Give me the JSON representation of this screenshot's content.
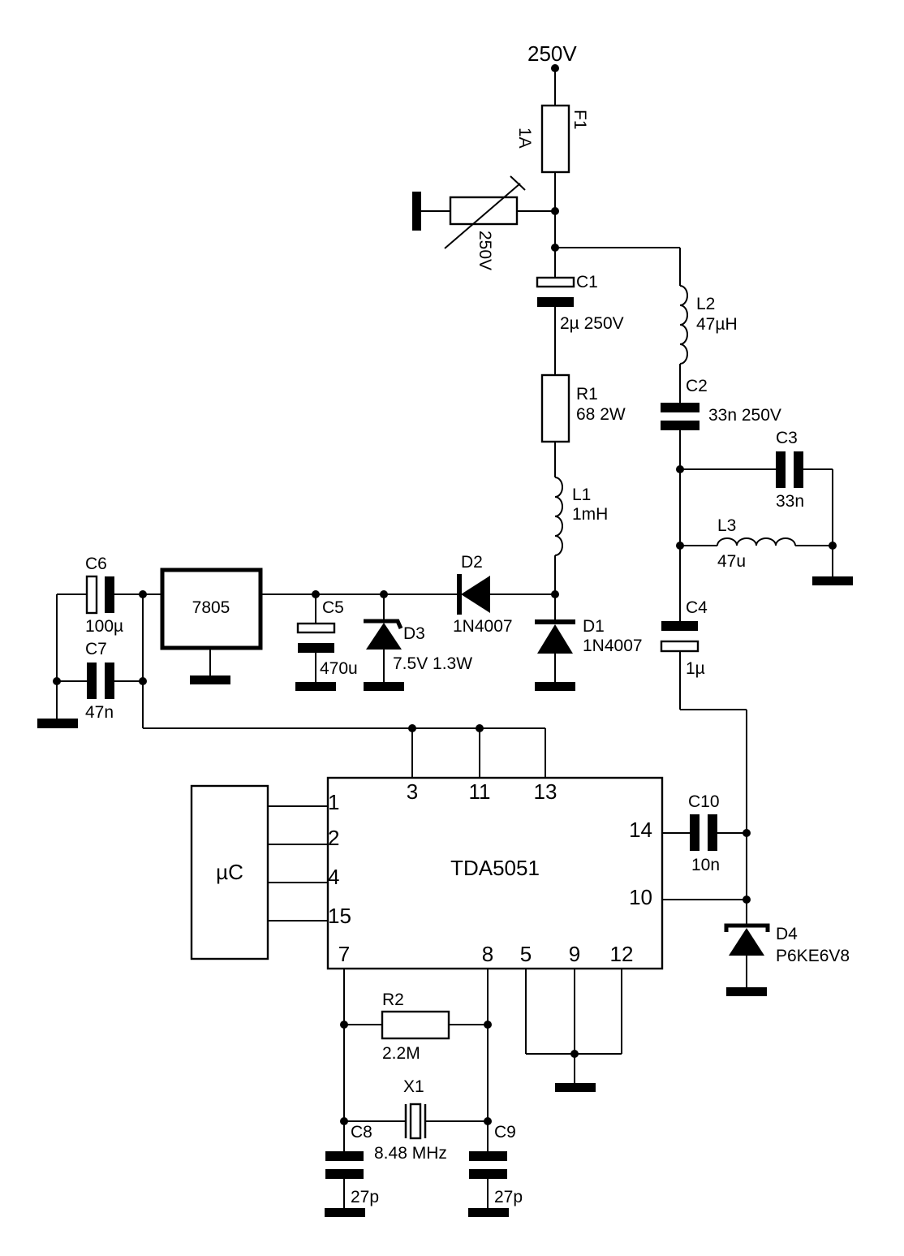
{
  "supply": {
    "label": "250V"
  },
  "components": {
    "F1": {
      "ref": "F1",
      "value": "1A"
    },
    "VDR": {
      "value": "250V"
    },
    "C1": {
      "ref": "C1",
      "value": "2µ 250V"
    },
    "R1": {
      "ref": "R1",
      "value": "68 2W"
    },
    "L1": {
      "ref": "L1",
      "value": "1mH"
    },
    "L2": {
      "ref": "L2",
      "value": "47µH"
    },
    "C2": {
      "ref": "C2",
      "value": "33n 250V"
    },
    "C3": {
      "ref": "C3",
      "value": "33n"
    },
    "L3": {
      "ref": "L3",
      "value": "47u"
    },
    "C4": {
      "ref": "C4",
      "value": "1µ"
    },
    "D1": {
      "ref": "D1",
      "value": "1N4007"
    },
    "D2": {
      "ref": "D2",
      "value": "1N4007"
    },
    "D3": {
      "ref": "D3",
      "value": "7.5V 1.3W"
    },
    "C5": {
      "ref": "C5",
      "value": "470u"
    },
    "REG": {
      "value": "7805"
    },
    "C6": {
      "ref": "C6",
      "value": "100µ"
    },
    "C7": {
      "ref": "C7",
      "value": "47n"
    },
    "IC": {
      "value": "TDA5051"
    },
    "MCU": {
      "value": "µC"
    },
    "C10": {
      "ref": "C10",
      "value": "10n"
    },
    "D4": {
      "ref": "D4",
      "value": "P6KE6V8"
    },
    "R2": {
      "ref": "R2",
      "value": "2.2M"
    },
    "X1": {
      "ref": "X1",
      "value": "8.48 MHz"
    },
    "C8": {
      "ref": "C8",
      "value": "27p"
    },
    "C9": {
      "ref": "C9",
      "value": "27p"
    }
  },
  "ic_pins": {
    "p1": "1",
    "p2": "2",
    "p4": "4",
    "p15": "15",
    "p3": "3",
    "p11": "11",
    "p13": "13",
    "p14": "14",
    "p10": "10",
    "p7": "7",
    "p8": "8",
    "p5": "5",
    "p9": "9",
    "p12": "12"
  }
}
